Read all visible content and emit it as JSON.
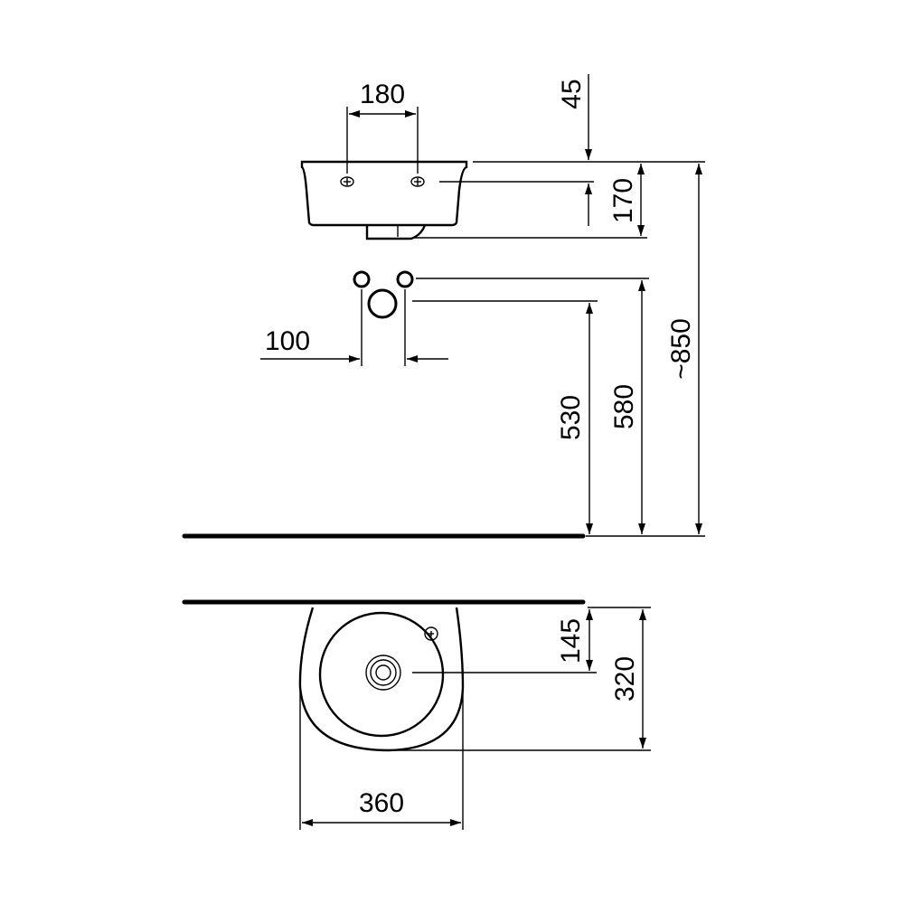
{
  "dimensions": {
    "tap_hole_spacing": "180",
    "top_to_overflow": "45",
    "basin_height": "170",
    "overall_height": "~850",
    "supply_spacing": "100",
    "waste_height": "530",
    "supply_height": "580",
    "drain_offset": "145",
    "basin_depth": "320",
    "basin_width": "360"
  },
  "colors": {
    "line": "#000000",
    "background": "#ffffff"
  }
}
